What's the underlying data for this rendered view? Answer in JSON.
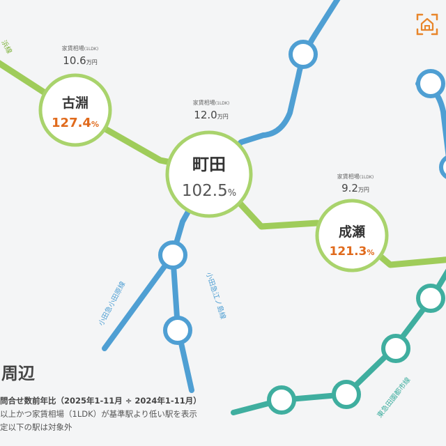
{
  "rent_label": "家賃相場",
  "rent_type": "(1LDK)",
  "rent_unit": "万円",
  "percent_unit": "%",
  "stations": {
    "machida": {
      "name": "町田",
      "rent": "12.0",
      "ratio": "102.5"
    },
    "kobuchi": {
      "name": "古淵",
      "rent": "10.6",
      "ratio": "127.4"
    },
    "naruse": {
      "name": "成瀬",
      "rent": "9.2",
      "ratio": "121.3"
    }
  },
  "lines": {
    "yokohama": "浜線",
    "odakyu_odawara": "小田急小田原線",
    "odakyu_enoshima": "小田急江ノ島線",
    "denentoshi": "東急田園都市線"
  },
  "legend": {
    "title": "周辺",
    "notes": [
      "問合せ数前年比（2025年1-11月 ÷ 2024年1-11月）",
      "以上かつ家賃相場（1LDK）が基準駅より低い駅を表示",
      "定以下の駅は対象外"
    ]
  },
  "home_button": {
    "icon": "home-search-icon"
  },
  "colors": {
    "jr_line": "#9fcc5a",
    "odakyu_line": "#4f9fd3",
    "tokyu_line": "#3fae9f",
    "highlight_value": "#e06a1c",
    "home_button": "#e8852a"
  }
}
